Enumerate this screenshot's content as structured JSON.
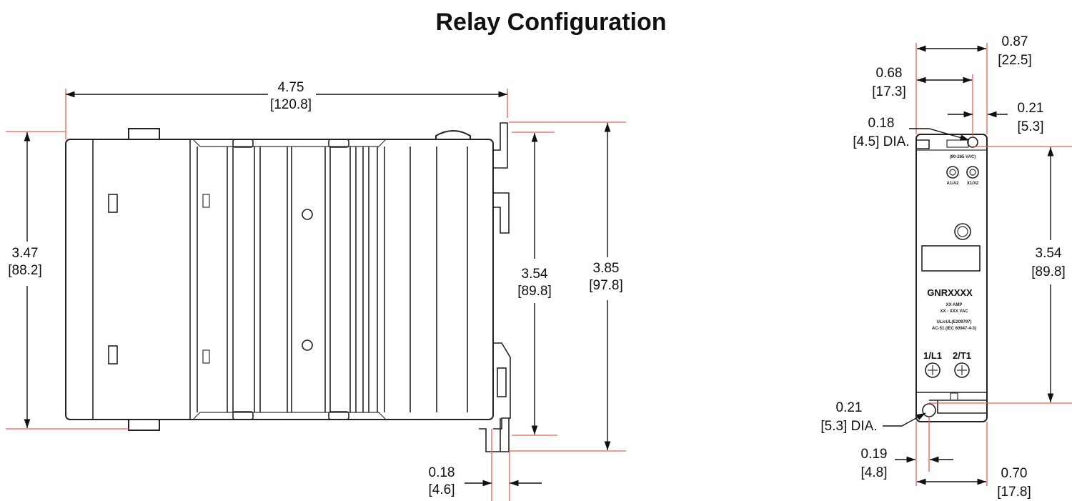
{
  "title": "Relay Configuration",
  "side_view": {
    "width": {
      "value": "4.75",
      "metric": "[120.8]"
    },
    "body_height": {
      "value": "3.47",
      "metric": "[88.2]"
    },
    "rail_height": {
      "value": "3.54",
      "metric": "[89.8]"
    },
    "overall_height": {
      "value": "3.85",
      "metric": "[97.8]"
    },
    "mount_thickness": {
      "value": "0.18",
      "metric": "[4.6]"
    }
  },
  "front_view": {
    "overall_width": {
      "value": "0.87",
      "metric": "[22.5]"
    },
    "hole_spacing": {
      "value": "0.68",
      "metric": "[17.3]"
    },
    "top_hole_dia": {
      "value": "0.18",
      "metric": "[4.5] DIA."
    },
    "top_offset": {
      "value": "0.21",
      "metric": "[5.3]"
    },
    "hole_height": {
      "value": "3.54",
      "metric": "[89.8]"
    },
    "bottom_hole_dia": {
      "value": "0.21",
      "metric": "[5.3] DIA."
    },
    "bottom_offset": {
      "value": "0.19",
      "metric": "[4.8]"
    },
    "body_width": {
      "value": "0.70",
      "metric": "[17.8]"
    },
    "label": {
      "input_range": "(90-265 VAC)",
      "model": "GNRXXXX",
      "amp": "XX AMP",
      "voltage": "XX - XXX VAC",
      "cert1": "UL/cUL(E209797)",
      "cert2": "AC-51 (IEC 60947-4-3)",
      "term_left": "1/L1",
      "term_right": "2/T1",
      "input_left": "A1/A2",
      "input_right": "X1/X2"
    }
  }
}
